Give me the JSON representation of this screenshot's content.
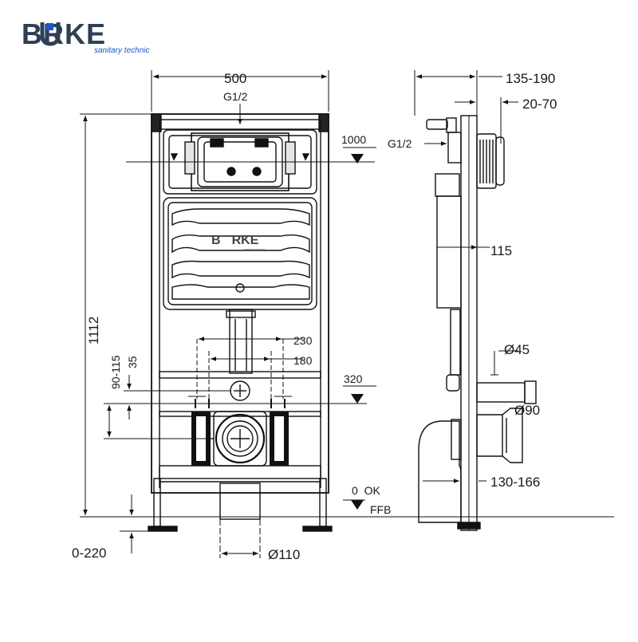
{
  "brand": {
    "name_prefix": "B",
    "name_suffix": "RKE",
    "tagline": "sanitary technic",
    "accent_color": "#1f56c9",
    "text_color": "#2e3f55"
  },
  "front_view": {
    "width_label": "500",
    "inlet_label": "G1/2",
    "height_label": "1112",
    "flush_height_label": "1000",
    "bolt_outer_label": "230",
    "bolt_inner_label": "180",
    "bolt_height_label": "320",
    "range_label": "90-115",
    "offset_label": "35",
    "floor_ok_label": "0  OK",
    "floor_ffb_label": "FFB",
    "leg_range_label": "0-220",
    "drain_label": "Ø110",
    "panel_brand_prefix": "B",
    "panel_brand_suffix": "RKE",
    "panel_brand_tagline": "sanitary technic"
  },
  "side_view": {
    "depth_label": "135-190",
    "wall_label": "20-70",
    "inlet_label": "G1/2",
    "tank_label": "115",
    "pipe_label": "Ø45",
    "outlet_label": "Ø90",
    "bend_label": "130-166"
  }
}
